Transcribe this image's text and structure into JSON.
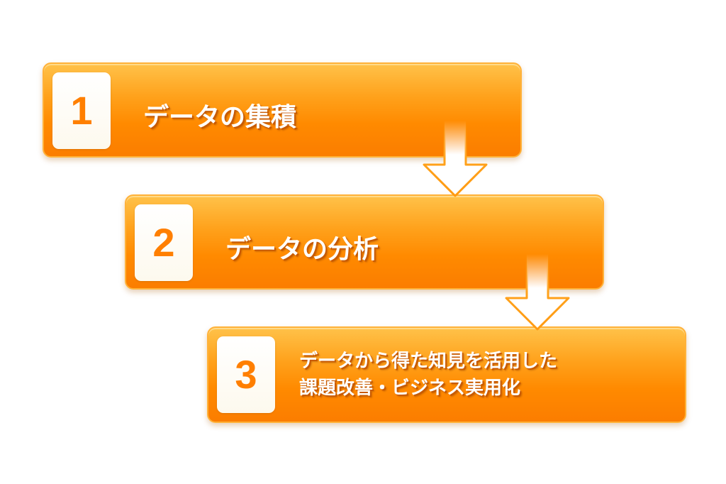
{
  "steps": [
    {
      "number": "1",
      "label": "データの集積"
    },
    {
      "number": "2",
      "label": "データの分析"
    },
    {
      "number": "3",
      "label_line1": "データから得た知見を活用した",
      "label_line2": "課題改善・ビジネス実用化"
    }
  ],
  "colors": {
    "box_orange": "#ff8a00",
    "number_color": "#ff7f00",
    "arrow_outline": "#ffa21c",
    "text": "#ffffff"
  }
}
